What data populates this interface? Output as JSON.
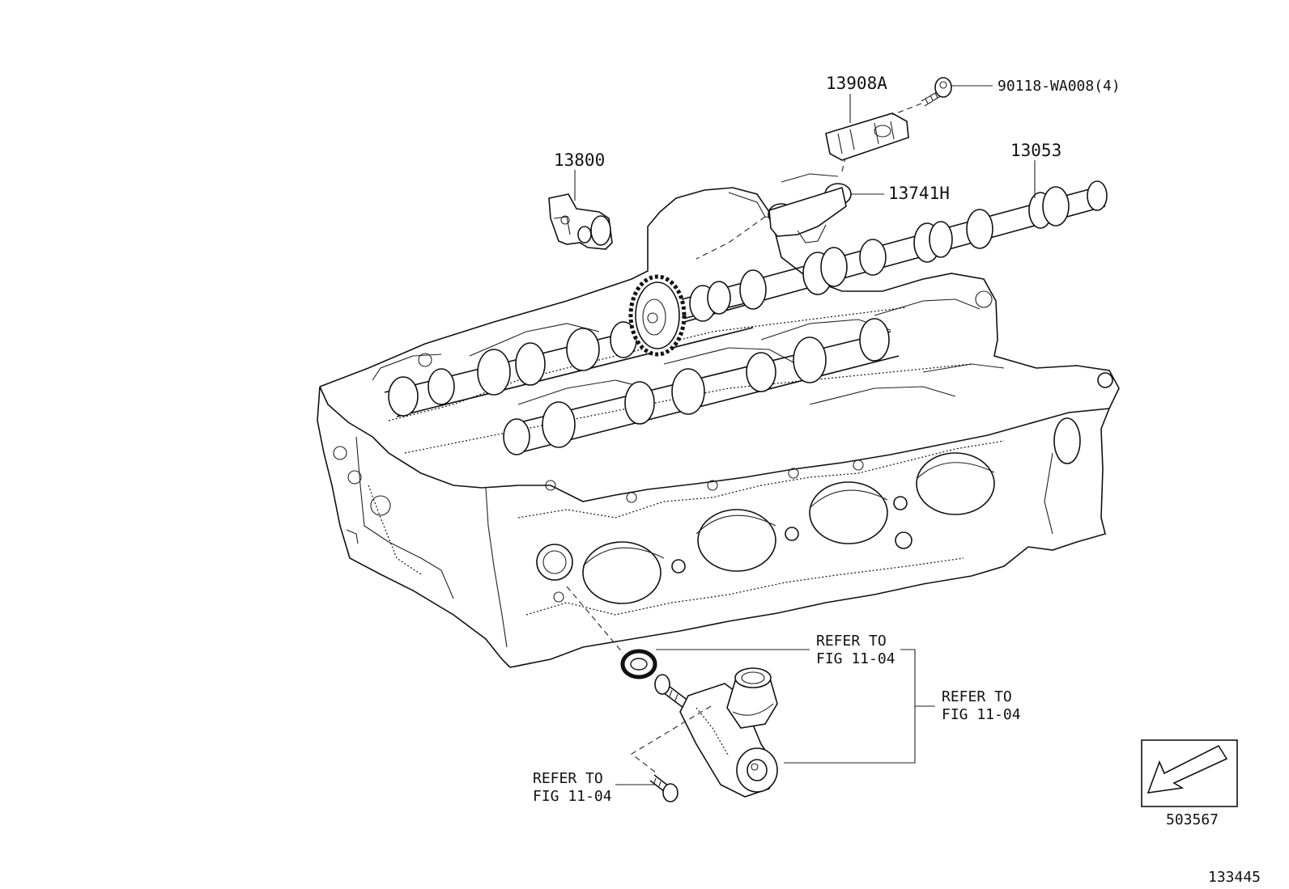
{
  "diagram": {
    "part_labels": {
      "p13908A": "13908A",
      "p90118": "90118-WA008(4)",
      "p13800": "13800",
      "p13053": "13053",
      "p13741H": "13741H"
    },
    "references": {
      "seal": {
        "line1": "REFER TO",
        "line2": "FIG 11-04"
      },
      "pump": {
        "line1": "REFER TO",
        "line2": "FIG 11-04"
      },
      "bolt": {
        "line1": "REFER TO",
        "line2": "FIG 11-04"
      }
    },
    "view_box_code": "503567",
    "figure_code": "133445"
  }
}
